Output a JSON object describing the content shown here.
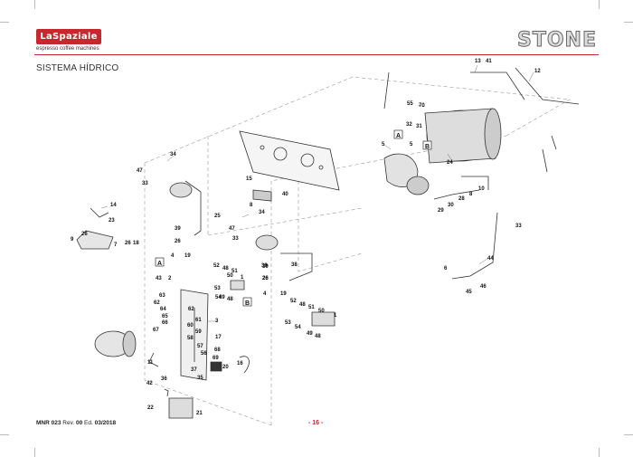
{
  "brand": {
    "logo_text": "LaSpaziale",
    "tagline": "espresso coffee machines"
  },
  "model": "STONE",
  "section_title": "SISTEMA HÍDRICO",
  "footer": {
    "doc": "MNR 023",
    "rev_label": "Rev.",
    "rev": "00",
    "ed_label": "Ed.",
    "ed": "03/2018"
  },
  "page_number": "- 16 -",
  "callouts": [
    "13",
    "41",
    "12",
    "55",
    "70",
    "32",
    "31",
    "5",
    "5",
    "24",
    "47",
    "34",
    "33",
    "14",
    "23",
    "9",
    "26",
    "7",
    "26",
    "18",
    "39",
    "26",
    "25",
    "15",
    "40",
    "8",
    "34",
    "47",
    "33",
    "39",
    "26",
    "38",
    "4",
    "19",
    "52",
    "48",
    "51",
    "50",
    "53",
    "54",
    "49",
    "48",
    "1",
    "43",
    "2",
    "63",
    "62",
    "64",
    "65",
    "66",
    "67",
    "62",
    "61",
    "60",
    "59",
    "58",
    "57",
    "3",
    "17",
    "68",
    "69",
    "20",
    "56",
    "11",
    "16",
    "37",
    "35",
    "36",
    "42",
    "22",
    "21",
    "4",
    "19",
    "52",
    "48",
    "51",
    "50",
    "53",
    "54",
    "49",
    "48",
    "1",
    "39",
    "26",
    "28",
    "10",
    "8",
    "30",
    "29",
    "33",
    "44",
    "6",
    "45",
    "46"
  ],
  "ref_boxes": [
    "A",
    "B",
    "A",
    "B"
  ]
}
